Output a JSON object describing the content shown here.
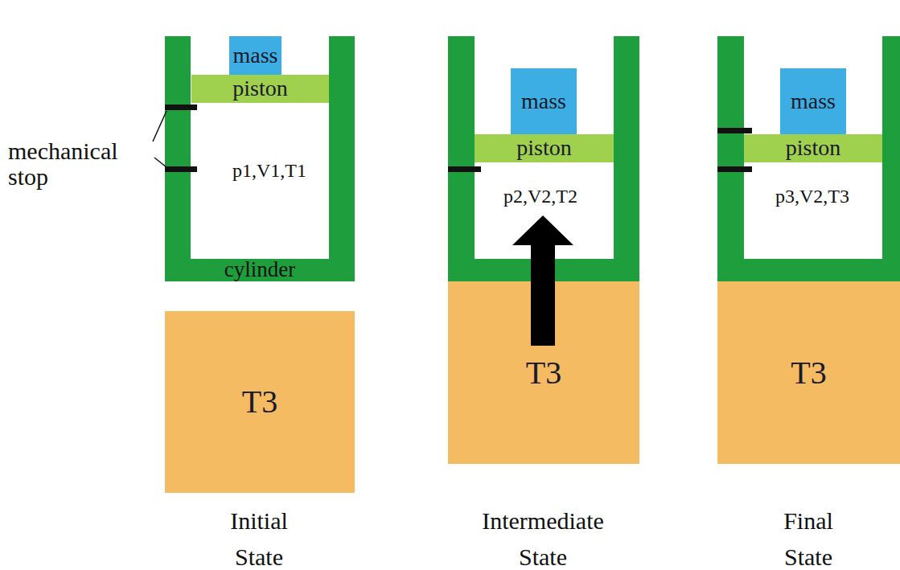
{
  "diagram": {
    "nodes": [
      {
        "text": [
          "mass"
        ]
      },
      {
        "text": [
          "piston"
        ]
      },
      {
        "text": [
          "T3"
        ]
      },
      {
        "text": [
          "mass"
        ]
      },
      {
        "text": [
          "piston"
        ]
      },
      {
        "text": [
          "T3"
        ]
      },
      {
        "text": [
          "mass"
        ]
      },
      {
        "text": [
          "piston"
        ]
      },
      {
        "text": [
          "T3"
        ]
      }
    ],
    "labels": [
      "mechanical stop",
      "cylinder",
      "p1,V1,T1",
      "p2,V2,T2",
      "p3,V2,T3",
      "Initial State",
      "Intermediate State",
      "Final State"
    ]
  }
}
